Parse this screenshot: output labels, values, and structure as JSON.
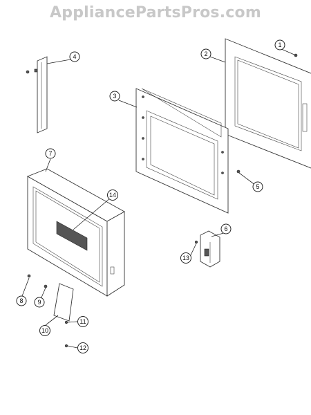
{
  "watermark": "AppliancePartsPros.com",
  "callouts": [
    {
      "id": "1",
      "label": "1"
    },
    {
      "id": "2",
      "label": "2"
    },
    {
      "id": "3",
      "label": "3"
    },
    {
      "id": "4",
      "label": "4"
    },
    {
      "id": "5",
      "label": "5"
    },
    {
      "id": "6",
      "label": "6"
    },
    {
      "id": "7",
      "label": "7"
    },
    {
      "id": "8",
      "label": "8"
    },
    {
      "id": "9",
      "label": "9"
    },
    {
      "id": "10",
      "label": "10"
    },
    {
      "id": "11",
      "label": "11"
    },
    {
      "id": "12",
      "label": "12"
    },
    {
      "id": "13",
      "label": "13"
    },
    {
      "id": "14",
      "label": "14"
    }
  ]
}
